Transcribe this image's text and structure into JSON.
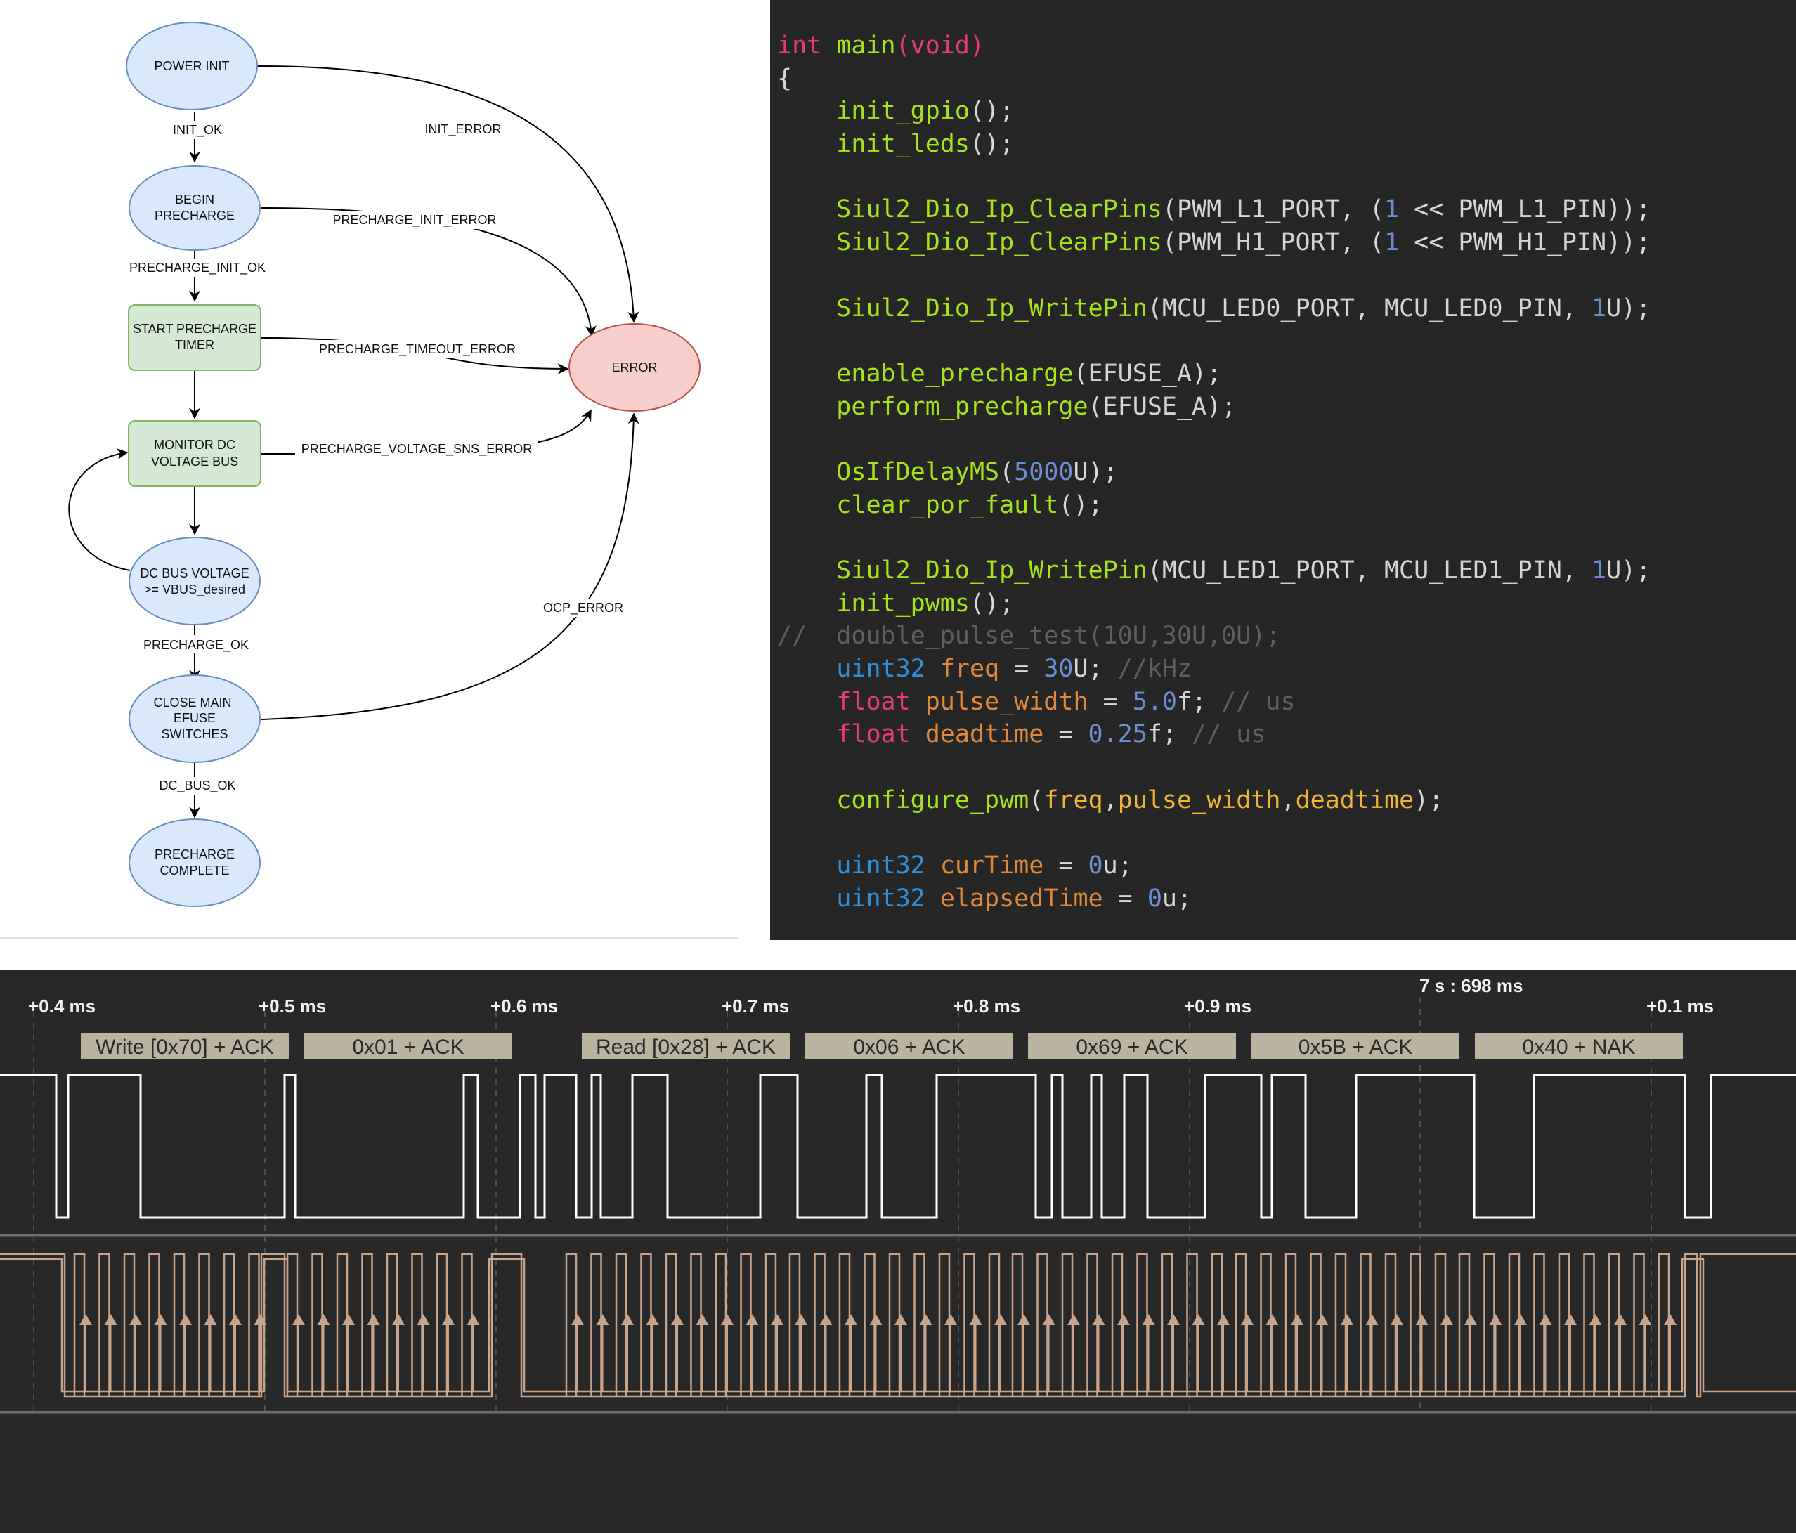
{
  "state_diagram": {
    "nodes": {
      "power_init": [
        "POWER INIT"
      ],
      "begin_precharge": [
        "BEGIN",
        "PRECHARGE"
      ],
      "start_precharge_timer": [
        "START PRECHARGE",
        "TIMER"
      ],
      "monitor_dc_voltage_bus": [
        "MONITOR DC",
        "VOLTAGE BUS"
      ],
      "dc_bus_voltage": [
        "DC BUS VOLTAGE",
        ">= VBUS_desired"
      ],
      "close_main_efuse_switches": [
        "CLOSE MAIN",
        "EFUSE",
        "SWITCHES"
      ],
      "precharge_complete": [
        "PRECHARGE",
        "COMPLETE"
      ],
      "error": [
        "ERROR"
      ]
    },
    "edges": {
      "init_ok": "INIT_OK",
      "init_error": "INIT_ERROR",
      "precharge_init_error": "PRECHARGE_INIT_ERROR",
      "precharge_init_ok": "PRECHARGE_INIT_OK",
      "precharge_timeout_error": "PRECHARGE_TIMEOUT_ERROR",
      "precharge_voltage_sns_error": "PRECHARGE_VOLTAGE_SNS_ERROR",
      "ocp_error": "OCP_ERROR",
      "precharge_ok": "PRECHARGE_OK",
      "dc_bus_ok": "DC_BUS_OK"
    },
    "colors": {
      "blue_node_fill": "#dae8fc",
      "blue_node_stroke": "#6c8ebf",
      "green_node_fill": "#d5e8d4",
      "green_node_stroke": "#82b366",
      "error_node_fill": "#f8cecc",
      "error_node_stroke": "#b85450"
    }
  },
  "code_editor": {
    "colors": {
      "background": "#262626",
      "keyword": "#e33b7a",
      "function": "#a5e31b",
      "number": "#6c8fd4",
      "type": "#2f8fd8",
      "variable": "#e0873a",
      "comment": "#5f5f5f"
    },
    "lines": [
      [
        [
          "int",
          "kw"
        ],
        [
          " ",
          "punc"
        ],
        [
          "main",
          "fn"
        ],
        [
          "(",
          "kw"
        ],
        [
          "void",
          "kw"
        ],
        [
          ")",
          "kw"
        ]
      ],
      [
        [
          "{",
          "punc"
        ]
      ],
      [
        [
          "    ",
          "punc"
        ],
        [
          "init_gpio",
          "fn"
        ],
        [
          "();",
          "punc"
        ]
      ],
      [
        [
          "    ",
          "punc"
        ],
        [
          "init_leds",
          "fn"
        ],
        [
          "();",
          "punc"
        ]
      ],
      [],
      [
        [
          "    ",
          "punc"
        ],
        [
          "Siul2_Dio_Ip_ClearPins",
          "fn"
        ],
        [
          "(",
          "punc"
        ],
        [
          "PWM_L1_PORT",
          "id"
        ],
        [
          ", (",
          "punc"
        ],
        [
          "1",
          "num"
        ],
        [
          " << ",
          "punc"
        ],
        [
          "PWM_L1_PIN",
          "id"
        ],
        [
          "));",
          "punc"
        ]
      ],
      [
        [
          "    ",
          "punc"
        ],
        [
          "Siul2_Dio_Ip_ClearPins",
          "fn"
        ],
        [
          "(",
          "punc"
        ],
        [
          "PWM_H1_PORT",
          "id"
        ],
        [
          ", (",
          "punc"
        ],
        [
          "1",
          "num"
        ],
        [
          " << ",
          "punc"
        ],
        [
          "PWM_H1_PIN",
          "id"
        ],
        [
          "));",
          "punc"
        ]
      ],
      [],
      [
        [
          "    ",
          "punc"
        ],
        [
          "Siul2_Dio_Ip_WritePin",
          "fn"
        ],
        [
          "(",
          "punc"
        ],
        [
          "MCU_LED0_PORT",
          "id"
        ],
        [
          ", ",
          "punc"
        ],
        [
          "MCU_LED0_PIN",
          "id"
        ],
        [
          ", ",
          "punc"
        ],
        [
          "1",
          "num"
        ],
        [
          "U);",
          "punc"
        ]
      ],
      [],
      [
        [
          "    ",
          "punc"
        ],
        [
          "enable_precharge",
          "fn"
        ],
        [
          "(",
          "punc"
        ],
        [
          "EFUSE_A",
          "id"
        ],
        [
          ");",
          "punc"
        ]
      ],
      [
        [
          "    ",
          "punc"
        ],
        [
          "perform_precharge",
          "fn"
        ],
        [
          "(",
          "punc"
        ],
        [
          "EFUSE_A",
          "id"
        ],
        [
          ");",
          "punc"
        ]
      ],
      [],
      [
        [
          "    ",
          "punc"
        ],
        [
          "OsIfDelayMS",
          "fn"
        ],
        [
          "(",
          "punc"
        ],
        [
          "5000",
          "num"
        ],
        [
          "U);",
          "punc"
        ]
      ],
      [
        [
          "    ",
          "punc"
        ],
        [
          "clear_por_fault",
          "fn"
        ],
        [
          "();",
          "punc"
        ]
      ],
      [],
      [
        [
          "    ",
          "punc"
        ],
        [
          "Siul2_Dio_Ip_WritePin",
          "fn"
        ],
        [
          "(",
          "punc"
        ],
        [
          "MCU_LED1_PORT",
          "id"
        ],
        [
          ", ",
          "punc"
        ],
        [
          "MCU_LED1_PIN",
          "id"
        ],
        [
          ", ",
          "punc"
        ],
        [
          "1",
          "num"
        ],
        [
          "U);",
          "punc"
        ]
      ],
      [
        [
          "    ",
          "punc"
        ],
        [
          "init_pwms",
          "fn"
        ],
        [
          "();",
          "punc"
        ]
      ],
      [
        [
          "//  double_pulse_test(10U,30U,0U);",
          "comment"
        ]
      ],
      [
        [
          "    ",
          "punc"
        ],
        [
          "uint32",
          "type"
        ],
        [
          " ",
          "punc"
        ],
        [
          "freq",
          "var"
        ],
        [
          " = ",
          "punc"
        ],
        [
          "30",
          "num"
        ],
        [
          "U; ",
          "punc"
        ],
        [
          "//kHz",
          "comment"
        ]
      ],
      [
        [
          "    ",
          "punc"
        ],
        [
          "float",
          "kw"
        ],
        [
          " ",
          "punc"
        ],
        [
          "pulse_width",
          "var"
        ],
        [
          " = ",
          "punc"
        ],
        [
          "5.0",
          "num"
        ],
        [
          "f; ",
          "punc"
        ],
        [
          "// us",
          "comment"
        ]
      ],
      [
        [
          "    ",
          "punc"
        ],
        [
          "float",
          "kw"
        ],
        [
          " ",
          "punc"
        ],
        [
          "deadtime",
          "var"
        ],
        [
          " = ",
          "punc"
        ],
        [
          "0.25",
          "num"
        ],
        [
          "f; ",
          "punc"
        ],
        [
          "// us",
          "comment"
        ]
      ],
      [],
      [
        [
          "    ",
          "punc"
        ],
        [
          "configure_pwm",
          "fn"
        ],
        [
          "(",
          "punc"
        ],
        [
          "freq",
          "arg"
        ],
        [
          ",",
          "punc"
        ],
        [
          "pulse_width",
          "arg"
        ],
        [
          ",",
          "punc"
        ],
        [
          "deadtime",
          "arg"
        ],
        [
          ");",
          "punc"
        ]
      ],
      [],
      [
        [
          "    ",
          "punc"
        ],
        [
          "uint32",
          "type"
        ],
        [
          " ",
          "punc"
        ],
        [
          "curTime",
          "var"
        ],
        [
          " = ",
          "punc"
        ],
        [
          "0",
          "num"
        ],
        [
          "u;",
          "punc"
        ]
      ],
      [
        [
          "    ",
          "punc"
        ],
        [
          "uint32",
          "type"
        ],
        [
          " ",
          "punc"
        ],
        [
          "elapsedTime",
          "var"
        ],
        [
          " = ",
          "punc"
        ],
        [
          "0",
          "num"
        ],
        [
          "u;",
          "punc"
        ]
      ]
    ]
  },
  "logic_analyzer": {
    "colors": {
      "background": "#282828",
      "data_trace": "#ffffff",
      "clock_trace": "#c7a48c",
      "decode_box": "#b9b39f",
      "separator": "#6e6e6e"
    },
    "time_labels": {
      "t04": "+0.4 ms",
      "t05": "+0.5 ms",
      "t06": "+0.6 ms",
      "t07": "+0.7 ms",
      "t08": "+0.8 ms",
      "t09": "+0.9 ms",
      "absolute": "7 s : 698 ms",
      "t01": "+0.1 ms"
    },
    "decodes": [
      "Write [0x70] + ACK",
      "0x01 + ACK",
      "Read [0x28] + ACK",
      "0x06 + ACK",
      "0x69 + ACK",
      "0x5B + ACK",
      "0x40 + NAK"
    ]
  }
}
